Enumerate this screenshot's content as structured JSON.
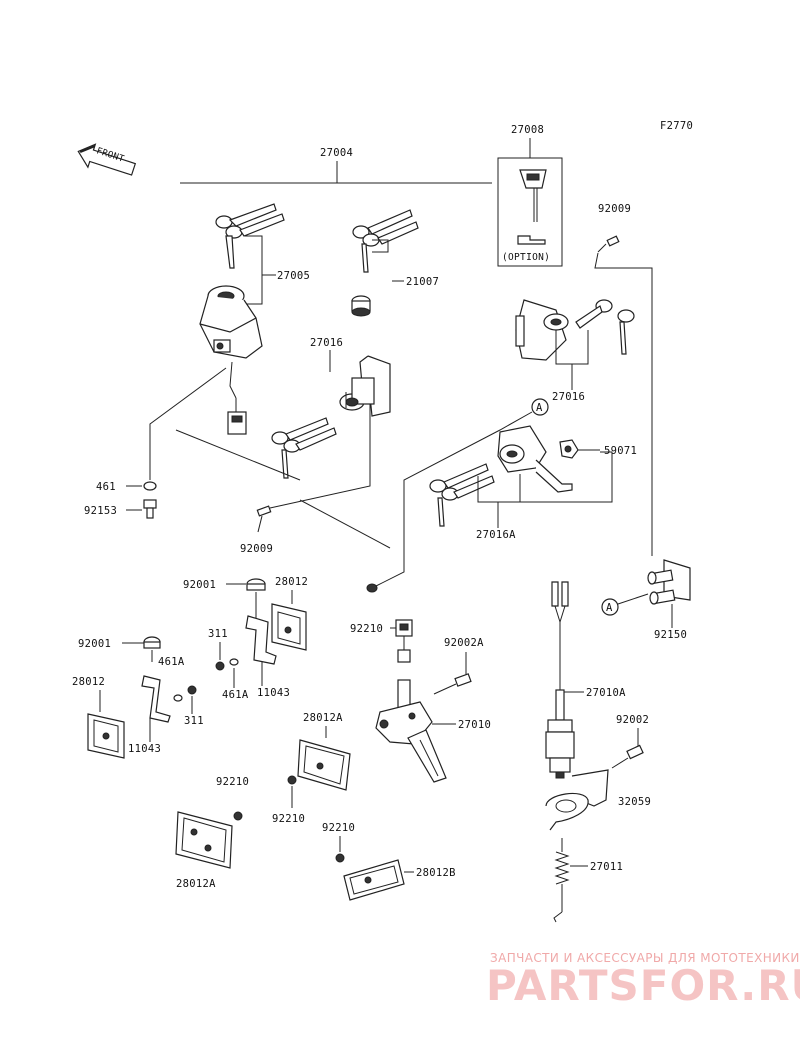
{
  "diagram": {
    "figure_code": "F2770",
    "front_label": "FRONT",
    "option_label": "(OPTION)",
    "part_numbers": {
      "p27004": "27004",
      "p27008": "27008",
      "p92009_top": "92009",
      "p27005": "27005",
      "p21007": "21007",
      "p27016_left": "27016",
      "p27016_right": "27016",
      "p59071": "59071",
      "p27016A": "27016A",
      "p461": "461",
      "p92153": "92153",
      "p92009_mid": "92009",
      "pA_top": "A",
      "pA_right": "A",
      "p92150": "92150",
      "p92001_top": "92001",
      "p28012_top": "28012",
      "p311_top": "311",
      "p461A_top": "461A",
      "p11043_top": "11043",
      "p92001_left": "92001",
      "p461A_left": "461A",
      "p28012_left": "28012",
      "p311_left": "311",
      "p11043_left": "11043",
      "p92210_top": "92210",
      "p92002A": "92002A",
      "p27010A": "27010A",
      "p27010": "27010",
      "p92002": "92002",
      "p28012A_mid": "28012A",
      "p32059": "32059",
      "p92210_left": "92210",
      "p92210_mid": "92210",
      "p92210_low": "92210",
      "p27011": "27011",
      "p28012A_low": "28012A",
      "p28012B": "28012B"
    }
  },
  "watermark": {
    "tagline": "ЗАПЧАСТИ И АКСЕССУАРЫ ДЛЯ МОТОТЕХНИКИ",
    "brand": "PARTSFOR.RU"
  },
  "colors": {
    "line": "#222222",
    "background": "#ffffff",
    "watermark": "#f5c4c4"
  }
}
